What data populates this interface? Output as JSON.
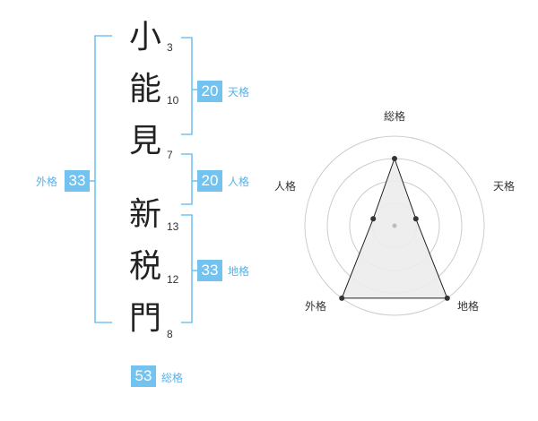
{
  "name": {
    "characters": [
      {
        "char": "小",
        "strokes": "3"
      },
      {
        "char": "能",
        "strokes": "10"
      },
      {
        "char": "見",
        "strokes": "7"
      },
      {
        "char": "新",
        "strokes": "13"
      },
      {
        "char": "税",
        "strokes": "12"
      },
      {
        "char": "門",
        "strokes": "8"
      }
    ]
  },
  "fortunes": {
    "tenkaku": {
      "value": "20",
      "label": "天格"
    },
    "jinkaku": {
      "value": "20",
      "label": "人格"
    },
    "chikaku": {
      "value": "33",
      "label": "地格"
    },
    "gaikaku": {
      "value": "33",
      "label": "外格"
    },
    "soukaku": {
      "value": "53",
      "label": "総格"
    }
  },
  "radar": {
    "axes": [
      "総格",
      "天格",
      "地格",
      "外格",
      "人格"
    ],
    "levels": 4,
    "values": [
      3,
      1,
      4,
      4,
      1
    ],
    "max": 4,
    "colors": {
      "rings": "#cccccc",
      "fill": "#ececec",
      "stroke": "#222222",
      "point": "#333333"
    }
  },
  "colors": {
    "accent": "#72c3f0",
    "bracket": "#72c3f0"
  }
}
